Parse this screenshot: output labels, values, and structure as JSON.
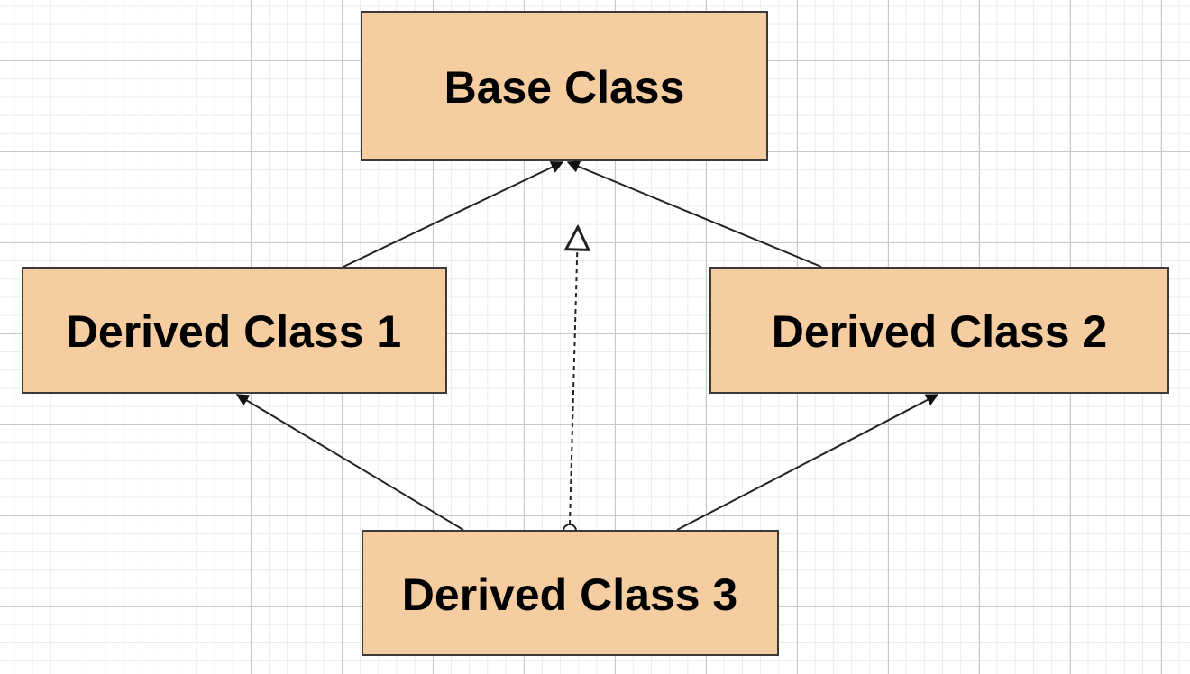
{
  "diagram": {
    "nodes": {
      "base": "Base Class",
      "derived1": "Derived Class 1",
      "derived2": "Derived Class 2",
      "derived3": "Derived Class 3"
    },
    "edges": [
      {
        "from": "derived1",
        "to": "base",
        "kind": "inheritance"
      },
      {
        "from": "derived2",
        "to": "base",
        "kind": "inheritance"
      },
      {
        "from": "derived3",
        "to": "derived1",
        "kind": "inheritance"
      },
      {
        "from": "derived3",
        "to": "derived2",
        "kind": "inheritance"
      },
      {
        "from": "derived3",
        "to": "base",
        "kind": "realization"
      }
    ],
    "colors": {
      "node_fill": "#f5cda0",
      "node_border": "#3a3a3a",
      "edge": "#222222",
      "grid_major": "#c8c8c8",
      "grid_minor": "#ececec"
    }
  }
}
